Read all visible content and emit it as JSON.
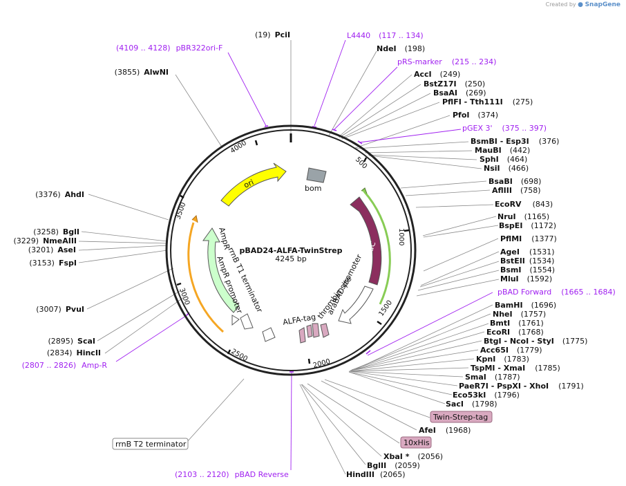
{
  "credit": {
    "created_by": "Created by",
    "brand": "SnapGene"
  },
  "plasmid": {
    "name": "pBAD24-ALFA-TwinStrep",
    "length": "4245 bp"
  },
  "ticks": [
    "4000",
    "500",
    "1000",
    "1500",
    "2000",
    "2500",
    "3000",
    "3500"
  ],
  "features": {
    "ori": "ori",
    "bom": "bom",
    "arac": "araC",
    "ampr": "AmpR",
    "ampr_promoter": "AmpR promoter",
    "rrnb_t1": "rrnB T1 terminator",
    "arabad_promoter": "araBAD promoter",
    "thrombin": "thrombin site",
    "alfa": "ALFA-tag",
    "rrnb_t2": "rrnB T2 terminator",
    "twin_strep": "Twin-Strep-tag",
    "his": "10xHis"
  },
  "right_labels": [
    {
      "pos": "(19)",
      "name": "PciI",
      "name_first": false
    },
    {
      "name": "NdeI",
      "pos": "(198)"
    },
    {
      "name": "AccI",
      "pos": "(249)"
    },
    {
      "name": "BstZ17I",
      "pos": "(250)"
    },
    {
      "name": "BsaAI",
      "pos": "(269)"
    },
    {
      "name": "PflFI - Tth111I",
      "pos": "(275)"
    },
    {
      "name": "PfoI",
      "pos": "(374)"
    },
    {
      "name": "BsmBI - Esp3I",
      "pos": "(376)"
    },
    {
      "name": "MauBI",
      "pos": "(442)"
    },
    {
      "name": "SphI",
      "pos": "(464)"
    },
    {
      "name": "NsiI",
      "pos": "(466)"
    },
    {
      "name": "BsaBI",
      "pos": "(698)"
    },
    {
      "name": "AflIII",
      "pos": "(758)"
    },
    {
      "name": "EcoRV",
      "pos": "(843)"
    },
    {
      "name": "NruI",
      "pos": "(1165)"
    },
    {
      "name": "BspEI",
      "pos": "(1172)"
    },
    {
      "name": "PflMI",
      "pos": "(1377)"
    },
    {
      "name": "AgeI",
      "pos": "(1531)"
    },
    {
      "name": "BstEII",
      "pos": "(1534)"
    },
    {
      "name": "BsmI",
      "pos": "(1554)"
    },
    {
      "name": "MluI",
      "pos": "(1592)"
    },
    {
      "name": "BamHI",
      "pos": "(1696)"
    },
    {
      "name": "NheI",
      "pos": "(1757)"
    },
    {
      "name": "BmtI",
      "pos": "(1761)"
    },
    {
      "name": "EcoRI",
      "pos": "(1768)"
    },
    {
      "name": "BtgI - NcoI - StyI",
      "pos": "(1775)"
    },
    {
      "name": "Acc65I",
      "pos": "(1779)"
    },
    {
      "name": "KpnI",
      "pos": "(1783)"
    },
    {
      "name": "TspMI - XmaI",
      "pos": "(1785)"
    },
    {
      "name": "SmaI",
      "pos": "(1787)"
    },
    {
      "name": "PaeR7I - PspXI - XhoI",
      "pos": "(1791)"
    },
    {
      "name": "Eco53kI",
      "pos": "(1796)"
    },
    {
      "name": "SacI",
      "pos": "(1798)"
    },
    {
      "name": "AfeI",
      "pos": "(1968)"
    },
    {
      "name": "XbaI *",
      "pos": "(2056)"
    },
    {
      "name": "BglII",
      "pos": "(2059)"
    },
    {
      "name": "HindIII",
      "pos": "(2065)"
    }
  ],
  "left_labels": [
    {
      "pos": "(3855)",
      "name": "AlwNI"
    },
    {
      "pos": "(3376)",
      "name": "AhdI"
    },
    {
      "pos": "(3258)",
      "name": "BglI"
    },
    {
      "pos": "(3229)",
      "name": "NmeAIII"
    },
    {
      "pos": "(3201)",
      "name": "AseI"
    },
    {
      "pos": "(3153)",
      "name": "FspI"
    },
    {
      "pos": "(3007)",
      "name": "PvuI"
    },
    {
      "pos": "(2895)",
      "name": "ScaI"
    },
    {
      "pos": "(2834)",
      "name": "HincII"
    }
  ],
  "primers": [
    {
      "name": "L4440",
      "range": "(117 .. 134)"
    },
    {
      "name": "pRS-marker",
      "range": "(215 .. 234)"
    },
    {
      "name": "pGEX 3'",
      "range": "(375 .. 397)"
    },
    {
      "name": "pBAD Forward",
      "range": "(1665 .. 1684)"
    },
    {
      "name": "pBAD Reverse",
      "range": "(2103 .. 2120)"
    },
    {
      "name": "Amp-R",
      "range": "(2807 .. 2826)"
    },
    {
      "name": "pBR322ori-F",
      "range": "(4109 .. 4128)"
    }
  ],
  "colors": {
    "backbone": "#222222",
    "primer": "#a020f0",
    "ori": "#ffff00",
    "arac": "#8b2e5e",
    "ampr": "#ccffcc",
    "ampr_promoter_arc": "#f5a623",
    "bom": "#9aa3a8",
    "tag": "#d9a9c0"
  }
}
